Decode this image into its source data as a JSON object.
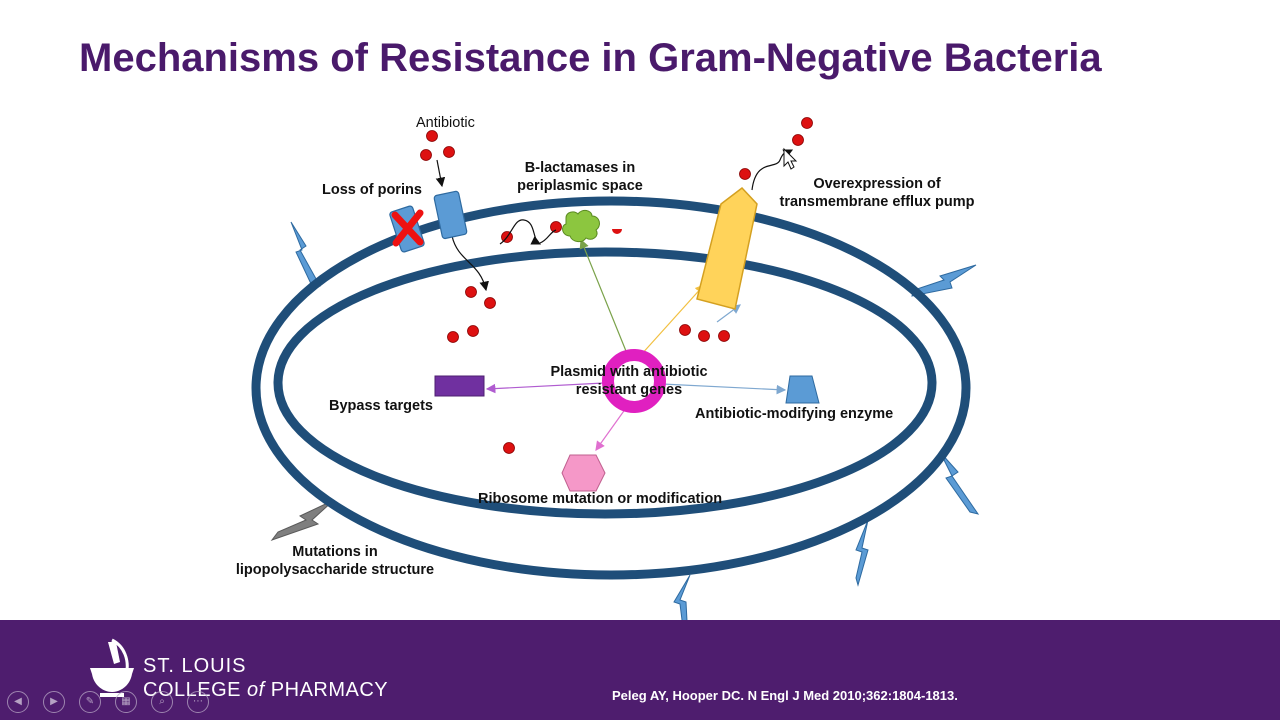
{
  "slide": {
    "title": "Mechanisms of Resistance in Gram-Negative Bacteria"
  },
  "labels": {
    "antibiotic": "Antibiotic",
    "loss_of_porins": "Loss of porins",
    "b_lactamases_line1": "B-lactamases in",
    "b_lactamases_line2": "periplasmic space",
    "efflux_line1": "Overexpression of",
    "efflux_line2": "transmembrane efflux pump",
    "plasmid_line1": "Plasmid with antibiotic",
    "plasmid_line2": "resistant genes",
    "bypass_targets": "Bypass targets",
    "modifying_enzyme": "Antibiotic-modifying enzyme",
    "ribosome": "Ribosome mutation or modification",
    "lps_line1": "Mutations in",
    "lps_line2": "lipopolysaccharide structure"
  },
  "footer": {
    "logo_line1": "ST. LOUIS",
    "logo_line2_a": "COLLEGE ",
    "logo_line2_b": "of",
    "logo_line2_c": " PHARMACY",
    "citation": "Peleg AY, Hooper DC. N Engl J Med 2010;362:1804-1813."
  },
  "controls": [
    {
      "name": "prev-slide-button",
      "glyph": "◀"
    },
    {
      "name": "next-slide-button",
      "glyph": "▶"
    },
    {
      "name": "pen-tool-button",
      "glyph": "✎"
    },
    {
      "name": "slides-overview-button",
      "glyph": "▦"
    },
    {
      "name": "zoom-button",
      "glyph": "⌕"
    },
    {
      "name": "more-options-button",
      "glyph": "⋯"
    }
  ],
  "colors": {
    "title": "#4a1a6b",
    "membrane": "#1f4e79",
    "footer": "#4e1d6e",
    "antibiotic_molecule": "#dd1111",
    "plasmid": "#e020c0",
    "efflux_pump": "#ffd35a",
    "porin": "#5b9bd5",
    "bypass_target": "#7030a0",
    "ribosome": "#f598c8",
    "b_lactamase": "#8cc63f"
  }
}
